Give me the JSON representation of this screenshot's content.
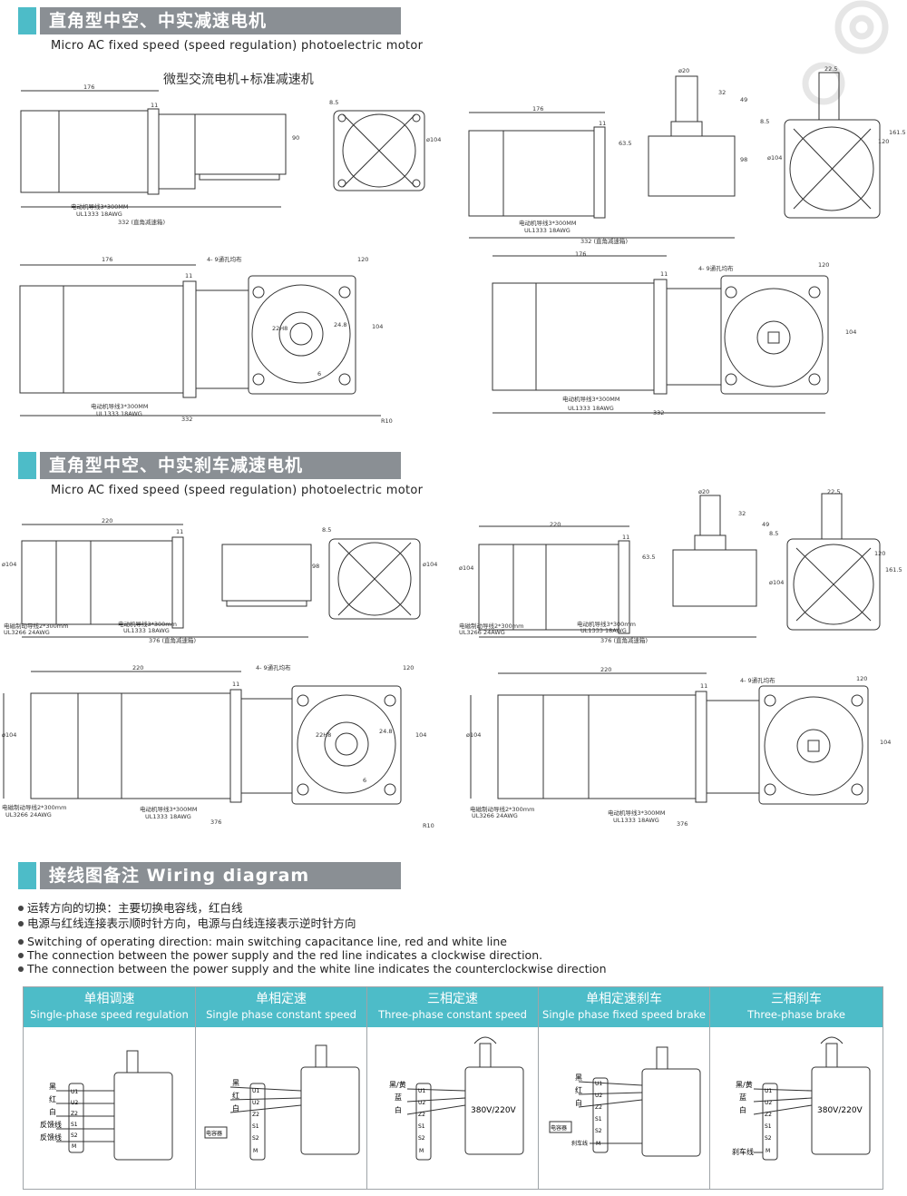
{
  "sections": [
    {
      "title": "直角型中空、中实减速电机",
      "subtitle": "Micro AC  fixed speed (speed regulation) photoelectric motor"
    },
    {
      "title": "直角型中空、中实刹车减速电机",
      "subtitle": "Micro AC  fixed speed (speed regulation) photoelectric motor"
    },
    {
      "title": "接线图备注  Wiring diagram"
    }
  ],
  "drawing1": {
    "caption": "微型交流电机+标准减速机",
    "dim_176": "176",
    "dim_11": "11",
    "dim_90": "90",
    "dim_332": "332 (直角减速箱)",
    "lead_cn": "电动机导线3*300MM",
    "lead_ul": "UL1333  18AWG",
    "dim_phi104": "ø104",
    "dim_8_5": "8.5",
    "dim_phi20": "ø20",
    "dim_32": "32",
    "dim_49": "49",
    "dim_63_5": "63.5",
    "dim_98": "98",
    "dim_120": "120",
    "dim_161_5": "161.5",
    "dim_22_5": "22.5",
    "holes": "4- 9通孔均布",
    "dim_22h8": "22H8",
    "dim_24_8": "24.8",
    "dim_6": "6",
    "dim_104": "104",
    "dim_332b": "332",
    "dim_r10": "R10"
  },
  "drawing2": {
    "dim_220": "220",
    "dim_11": "11",
    "dim_376": "376 (直角减速箱)",
    "dim_376b": "376",
    "brake_cn": "电磁制动导线2*300mm",
    "brake_ul": "UL3266  24AWG",
    "lead_cn": "电动机导线3*300MM",
    "lead_ul": "UL1333  18AWG",
    "lead_small_cn": "电动机导线3*300mm",
    "dim_phi104": "ø104",
    "dim_98": "98",
    "dim_120": "120",
    "holes": "4- 9通孔均布",
    "dim_22h8": "22H8",
    "dim_24_8": "24.8",
    "dim_6": "6",
    "dim_104": "104",
    "dim_r10": "R10",
    "dim_phi20": "ø20",
    "dim_22_5": "22.5",
    "dim_32": "32",
    "dim_49": "49",
    "dim_8_5": "8.5",
    "dim_161_5": "161.5",
    "dim_63_5": "63.5"
  },
  "notes": [
    "运转方向的切换：主要切换电容线，红白线",
    "电源与红线连接表示顺时针方向，电源与白线连接表示逆时针方向",
    "Switching of operating direction: main switching capacitance line, red and white line",
    "The connection between the power supply and the red line indicates a clockwise direction.",
    "The connection between the power supply and the white line indicates the counterclockwise direction"
  ],
  "wiring": [
    {
      "zh": "单相调速",
      "en": "Single-phase speed regulation",
      "wires": [
        "黑",
        "红",
        "白",
        "反馈线",
        "反馈线"
      ],
      "terminals": [
        "U1",
        "U2",
        "Z2",
        "S1",
        "S2",
        "M"
      ]
    },
    {
      "zh": "单相定速",
      "en": "Single phase constant speed",
      "wires": [
        "黑",
        "红",
        "白"
      ],
      "terminals": [
        "U1",
        "U2",
        "Z2",
        "S1",
        "S2",
        "M"
      ],
      "cap": "电容器"
    },
    {
      "zh": "三相定速",
      "en": "Three-phase constant speed",
      "wires": [
        "黑/黄",
        "蓝",
        "白"
      ],
      "terminals": [
        "U1",
        "U2",
        "Z2",
        "S1",
        "S2",
        "M"
      ],
      "voltage": "380V/220V"
    },
    {
      "zh": "单相定速刹车",
      "en": "Single phase fixed speed brake",
      "wires": [
        "黑",
        "红",
        "白"
      ],
      "terminals": [
        "U1",
        "U2",
        "Z2",
        "S1",
        "S2",
        "M"
      ],
      "cap": "电容器",
      "brake": "刹车线"
    },
    {
      "zh": "三相刹车",
      "en": "Three-phase brake",
      "wires": [
        "黑/黄",
        "蓝",
        "白"
      ],
      "terminals": [
        "U1",
        "U2",
        "Z2",
        "S1",
        "S2",
        "M"
      ],
      "voltage": "380V/220V",
      "brake": "刹车线"
    }
  ],
  "colors": {
    "accent": "#4dbcc8",
    "header_gray": "#8a8f94",
    "line": "#333333"
  }
}
